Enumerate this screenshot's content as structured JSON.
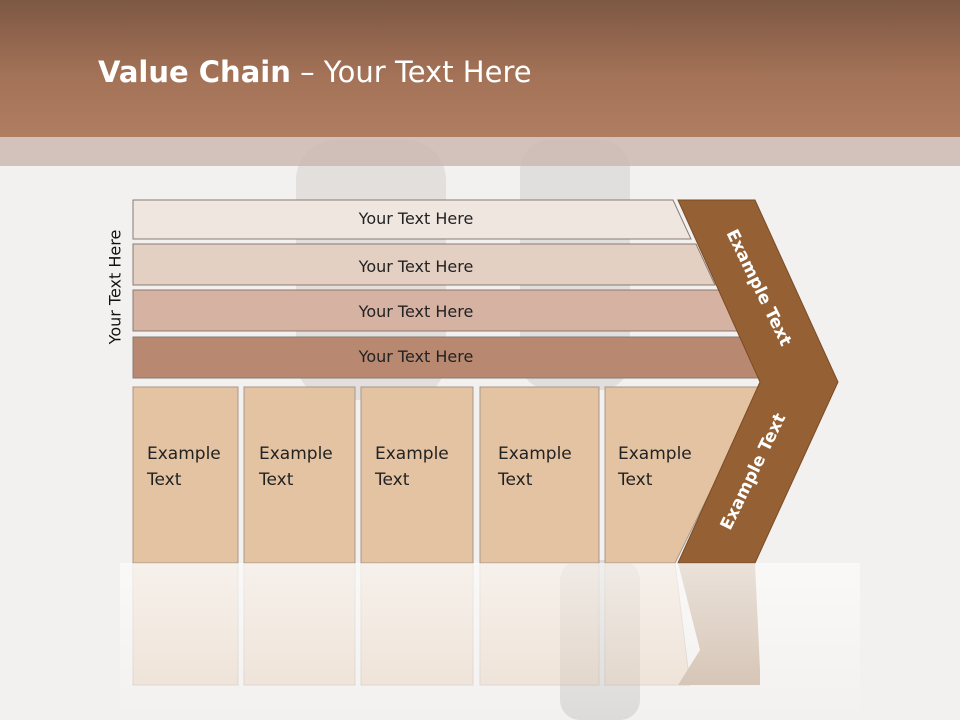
{
  "slide": {
    "title_bold": "Value Chain",
    "title_rest": " – Your Text Here",
    "side_label": "Your Text Here"
  },
  "rows": [
    {
      "label": "Your Text Here",
      "color": "#f0e6e0"
    },
    {
      "label": "Your Text Here",
      "color": "#e4cfc3"
    },
    {
      "label": "Your Text Here",
      "color": "#d5b2a1"
    },
    {
      "label": "Your Text Here",
      "color": "#b88870"
    }
  ],
  "boxes": [
    {
      "line1": "Example",
      "line2": "Text"
    },
    {
      "line1": "Example",
      "line2": "Text"
    },
    {
      "line1": "Example",
      "line2": "Text"
    },
    {
      "line1": "Example",
      "line2": "Text"
    },
    {
      "line1": "Example",
      "line2": "Text"
    }
  ],
  "chevron": {
    "upper_label": "Example Text",
    "lower_label": "Example Text",
    "color": "#946034"
  },
  "colors": {
    "box_fill": "#e4c3a3",
    "header": "#a37257"
  }
}
